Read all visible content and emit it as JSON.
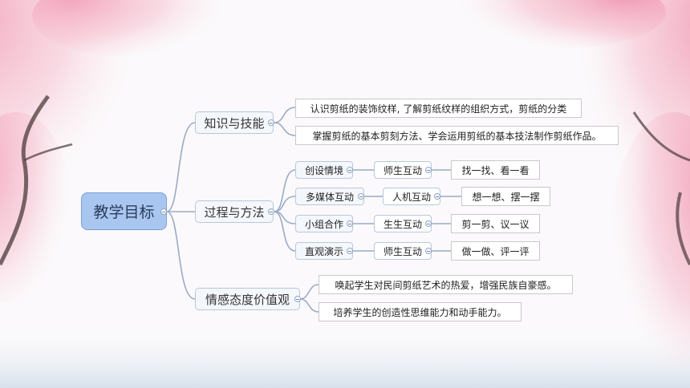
{
  "mindmap": {
    "root": "教学目标",
    "branches": [
      {
        "label": "知识与技能",
        "children": [
          "认识剪纸的装饰纹样, 了解剪纸纹样的组织方式，剪纸的分类",
          "掌握剪纸的基本剪刻方法、学会运用剪纸的基本技法制作剪纸作品。"
        ]
      },
      {
        "label": "过程与方法",
        "rows": [
          {
            "method": "创设情境",
            "interaction": "师生互动",
            "activity": "找一找、看一看"
          },
          {
            "method": "多媒体互动",
            "interaction": "人机互动",
            "activity": "想一想、摆一摆"
          },
          {
            "method": "小组合作",
            "interaction": "生生互动",
            "activity": "剪一剪、议一议"
          },
          {
            "method": "直观演示",
            "interaction": "师生互动",
            "activity": "做一做、评一评"
          }
        ]
      },
      {
        "label": "情感态度价值观",
        "children": [
          "唤起学生对民间剪纸艺术的热爱，增强民族自豪感。",
          "培养学生的创造性思维能力和动手能力。"
        ]
      }
    ]
  },
  "colors": {
    "root_fill": "#a9c6f0",
    "connector": "#9aabc6",
    "blossom": "#f2a9bf"
  }
}
